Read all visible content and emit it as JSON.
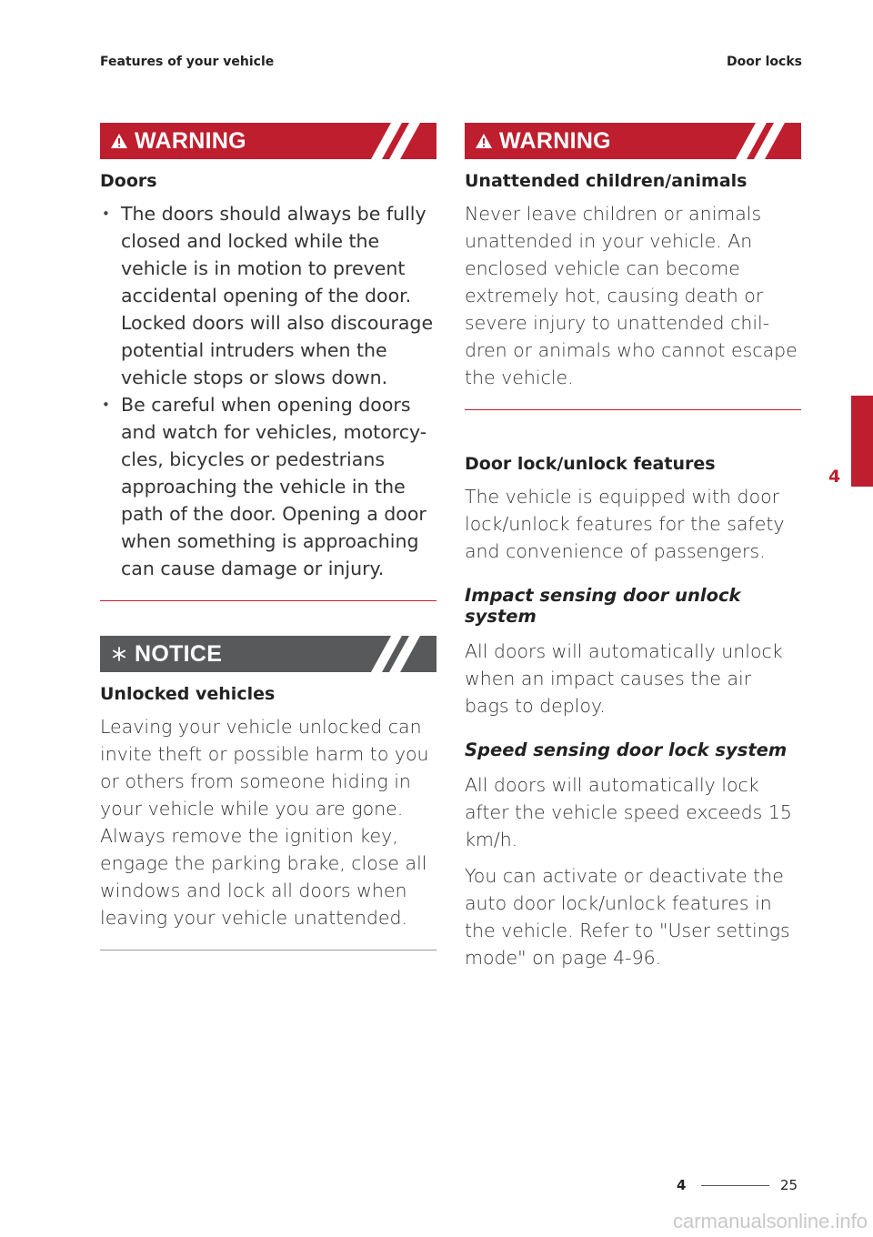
{
  "header": {
    "left": "Features of your vehicle",
    "right": "Door locks"
  },
  "left_column": {
    "warning": {
      "title": "WARNING",
      "heading": "Doors",
      "bullets": [
        "The doors should always be fully closed and locked while the vehicle is in motion to prevent accidental opening of the door. Locked doors will also discourage potential intruders when the vehicle stops or slows down.",
        "Be careful when opening doors and watch for vehicles, motorcy-cles, bicycles or pedestrians approaching the vehicle in the path of the door. Opening a door when something is approaching can cause damage or injury."
      ]
    },
    "notice": {
      "title": "NOTICE",
      "heading": "Unlocked vehicles",
      "text": "Leaving your vehicle unlocked can invite theft or possible harm to you or others from someone hiding in your vehicle while you are gone. Always remove the ignition key, engage the parking brake, close all windows and lock all doors when leaving your vehicle unattended."
    }
  },
  "right_column": {
    "warning": {
      "title": "WARNING",
      "heading": "Unattended children/animals",
      "text": "Never leave children or animals unattended in your vehicle. An enclosed vehicle can become extremely hot, causing death or severe injury to unattended chil-dren or animals who cannot escape the vehicle."
    },
    "section": {
      "heading": "Door lock/unlock features",
      "intro": "The vehicle is equipped with door lock/unlock features for the safety and convenience of passengers.",
      "impact_heading": "Impact sensing door unlock system",
      "impact_text": "All doors will automatically unlock when an impact causes the air bags to deploy.",
      "speed_heading": "Speed sensing door lock system",
      "speed_text": "All doors will automatically lock after the vehicle speed exceeds 15 km/h.",
      "settings_text": "You can activate or deactivate the auto door lock/unlock features in the vehicle. Refer to \"User settings mode\" on page 4-96."
    }
  },
  "side_tab": "4",
  "footer": {
    "chapter": "4",
    "page": "25"
  },
  "watermark": "carmanualsonline.info",
  "colors": {
    "warning_red": "#bf1e2e",
    "notice_grey": "#58595b"
  },
  "icons": {
    "warning": "warning-triangle-icon",
    "notice": "asterisk-icon"
  }
}
